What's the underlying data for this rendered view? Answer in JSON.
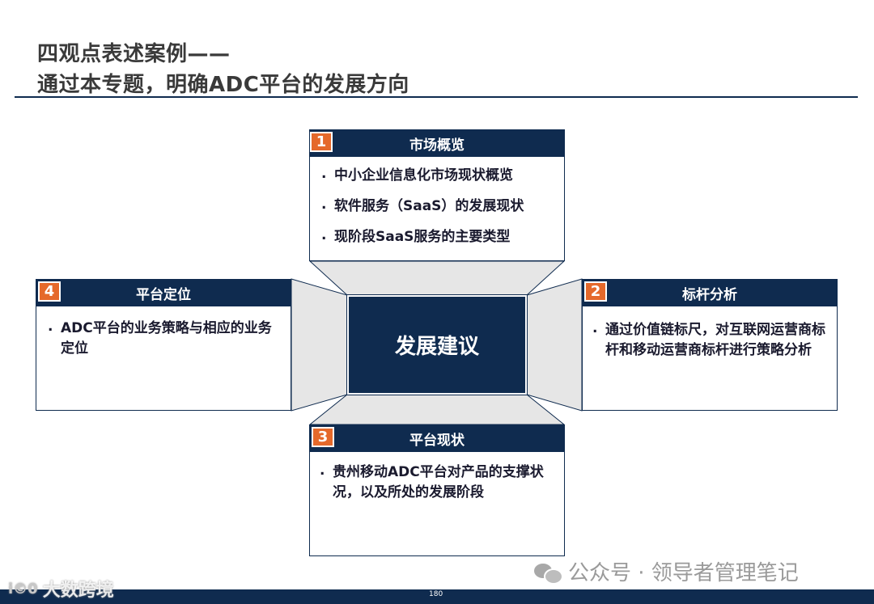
{
  "header": {
    "title_line1": "四观点表述案例——",
    "title_line2": "通过本专题，明确ADC平台的发展方向"
  },
  "center": {
    "label": "发展建议"
  },
  "panels": {
    "market": {
      "number": "1",
      "title": "市场概览",
      "items": [
        "中小企业信息化市场现状概览",
        "软件服务（SaaS）的发展现状",
        "现阶段SaaS服务的主要类型"
      ]
    },
    "benchmark": {
      "number": "2",
      "title": "标杆分析",
      "items": [
        "通过价值链标尺，对互联网运营商标杆和移动运营商标杆进行策略分析"
      ]
    },
    "status": {
      "number": "3",
      "title": "平台现状",
      "items": [
        "贵州移动ADC平台对产品的支撑状况，以及所处的发展阶段"
      ]
    },
    "positioning": {
      "number": "4",
      "title": "平台定位",
      "items": [
        "ADC平台的业务策略与相应的业务定位"
      ]
    }
  },
  "footer": {
    "page_number": "180",
    "watermark": "公众号 · 领导者管理笔记",
    "brand": "大数跨境",
    "brand_logo": "i©0"
  },
  "colors": {
    "navy": "#0f2b4f",
    "accent_orange": "#e5692b",
    "connector_gray": "#e6e6e6"
  }
}
